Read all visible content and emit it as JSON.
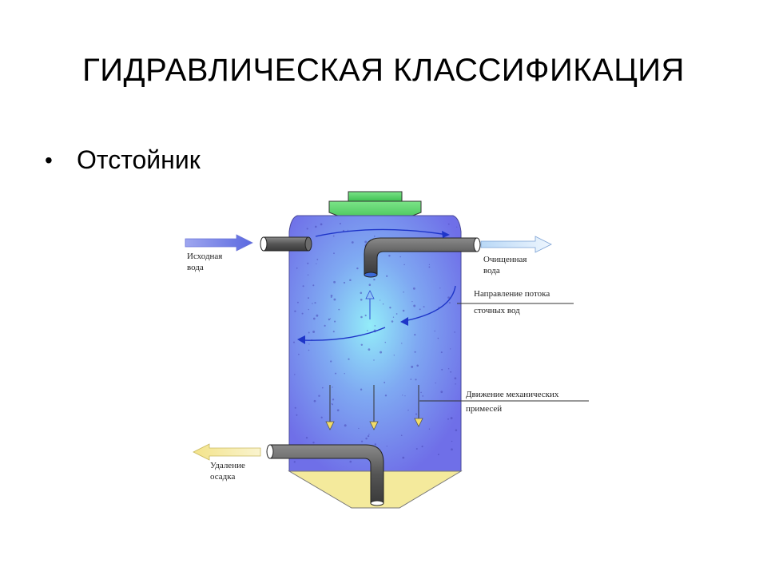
{
  "slide": {
    "title": "ГИДРАВЛИЧЕСКАЯ КЛАССИФИКАЦИЯ",
    "bullet": "Отстойник"
  },
  "diagram": {
    "labels": {
      "inlet_line1": "Исходная",
      "inlet_line2": "вода",
      "outlet_line1": "Очищенная",
      "outlet_line2": "вода",
      "flow_line1": "Направление потока",
      "flow_line2": "сточных вод",
      "particles_line1": "Движение механических",
      "particles_line2": "примесей",
      "sludge_line1": "Удаление",
      "sludge_line2": "осадка"
    }
  },
  "colors": {
    "tank_blue": "#6f73ea",
    "tank_center": "#8fe8f8",
    "lid_green": "#5fd36a",
    "pipe_gray": "#5e5e5e",
    "sludge_yellow": "#f6eaa2",
    "flow_arrow": "#1e35c8",
    "inlet_arrow": "#7a86e8",
    "outlet_arrow": "#d6e9fb"
  }
}
